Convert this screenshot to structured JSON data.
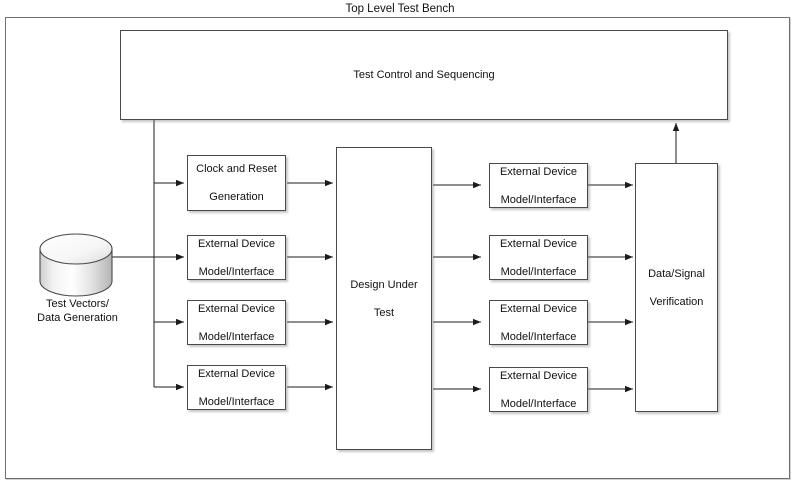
{
  "diagram": {
    "title": "Top Level Test Bench",
    "type": "block-diagram",
    "colors": {
      "box_border": "#4a4a4a",
      "frame_border": "#6f6f6f",
      "box_fill": "#ffffff",
      "line": "#2b2b2b",
      "text": "#111111",
      "cylinder_fill_light": "#ffffff",
      "cylinder_fill_dark": "#b8b8b8"
    },
    "blocks": {
      "test_control": "Test Control and Sequencing",
      "clock_reset": "Clock and Reset Generation",
      "design_under_test": "Design Under Test",
      "data_signal_verification": "Data/Signal Verification",
      "external_device": "External Device Model/Interface",
      "test_vectors": "Test Vectors/ Data Generation"
    },
    "labels": {
      "test_control": [
        "Test Control and Sequencing"
      ],
      "clock_reset": [
        "Clock and Reset",
        "Generation"
      ],
      "external_device": [
        "External Device",
        "Model/Interface"
      ],
      "design_under_test": [
        "Design Under",
        "Test"
      ],
      "data_signal_verification": [
        "Data/Signal",
        "Verification"
      ],
      "test_vectors": [
        "Test Vectors/",
        "Data Generation"
      ]
    },
    "left_column": [
      {
        "id": "clock-reset",
        "line1": "Clock and Reset",
        "line2": "Generation"
      },
      {
        "id": "left-ext-1",
        "line1": "External Device",
        "line2": "Model/Interface"
      },
      {
        "id": "left-ext-2",
        "line1": "External Device",
        "line2": "Model/Interface"
      },
      {
        "id": "left-ext-3",
        "line1": "External Device",
        "line2": "Model/Interface"
      }
    ],
    "right_column": [
      {
        "id": "right-ext-1",
        "line1": "External Device",
        "line2": "Model/Interface"
      },
      {
        "id": "right-ext-2",
        "line1": "External Device",
        "line2": "Model/Interface"
      },
      {
        "id": "right-ext-3",
        "line1": "External Device",
        "line2": "Model/Interface"
      },
      {
        "id": "right-ext-4",
        "line1": "External Device",
        "line2": "Model/Interface"
      }
    ],
    "connections": [
      {
        "from": "test-vectors-cylinder",
        "to": "left-ext-1",
        "arrow": true
      },
      {
        "from": "test-control",
        "to": "clock-reset",
        "arrow": true
      },
      {
        "from": "test-control",
        "to": "left-ext-1",
        "arrow": true
      },
      {
        "from": "test-control",
        "to": "left-ext-2",
        "arrow": true
      },
      {
        "from": "test-control",
        "to": "left-ext-3",
        "arrow": true
      },
      {
        "from": "clock-reset",
        "to": "design-under-test",
        "arrow": true
      },
      {
        "from": "left-ext-1",
        "to": "design-under-test",
        "arrow": true
      },
      {
        "from": "left-ext-2",
        "to": "design-under-test",
        "arrow": true
      },
      {
        "from": "left-ext-3",
        "to": "design-under-test",
        "arrow": true
      },
      {
        "from": "design-under-test",
        "to": "right-ext-1",
        "arrow": true
      },
      {
        "from": "design-under-test",
        "to": "right-ext-2",
        "arrow": true
      },
      {
        "from": "design-under-test",
        "to": "right-ext-3",
        "arrow": true
      },
      {
        "from": "design-under-test",
        "to": "right-ext-4",
        "arrow": true
      },
      {
        "from": "right-ext-1",
        "to": "data-signal-verification",
        "arrow": true
      },
      {
        "from": "right-ext-2",
        "to": "data-signal-verification",
        "arrow": true
      },
      {
        "from": "right-ext-3",
        "to": "data-signal-verification",
        "arrow": true
      },
      {
        "from": "right-ext-4",
        "to": "data-signal-verification",
        "arrow": true
      },
      {
        "from": "data-signal-verification",
        "to": "test-control",
        "arrow": true
      }
    ]
  }
}
